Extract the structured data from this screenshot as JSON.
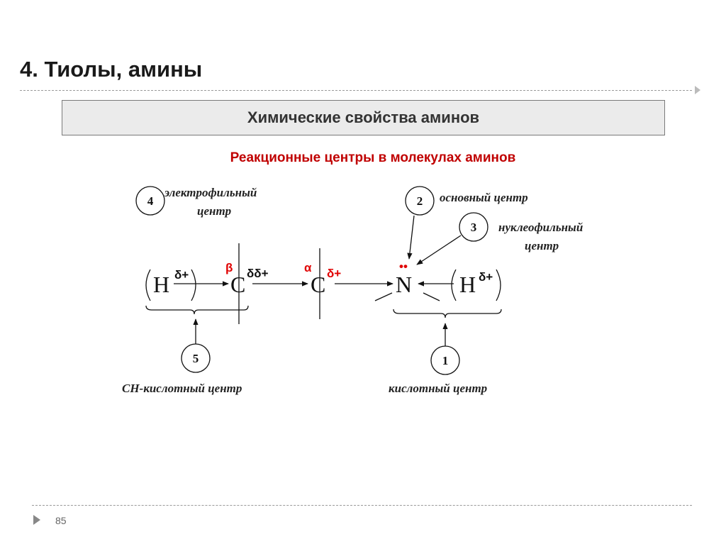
{
  "slide": {
    "title": "4. Тиолы, амины",
    "box_heading": "Химические свойства аминов",
    "subtitle": "Реакционные центры в молекулах аминов",
    "page_number": "85"
  },
  "diagram": {
    "centers": [
      {
        "num": "1",
        "label": "кислотный центр"
      },
      {
        "num": "2",
        "label": "основный центр"
      },
      {
        "num": "3",
        "label_line1": "нуклеофильный",
        "label_line2": "центр"
      },
      {
        "num": "4",
        "label_line1": "электрофильный",
        "label_line2": "центр"
      },
      {
        "num": "5",
        "label": "CH-кислотный центр"
      }
    ],
    "atoms": {
      "h_left": "H",
      "h_left_charge": "δ+",
      "c_beta": "C",
      "beta": "β",
      "c_beta_charge": "δδ+",
      "c_alpha": "C",
      "alpha": "α",
      "c_alpha_charge": "δ+",
      "n": "N",
      "lone_pair": "••",
      "h_right": "H",
      "h_right_charge": "δ+"
    }
  },
  "colors": {
    "accent_red": "#c00000",
    "red_symbols": "#e00000"
  }
}
